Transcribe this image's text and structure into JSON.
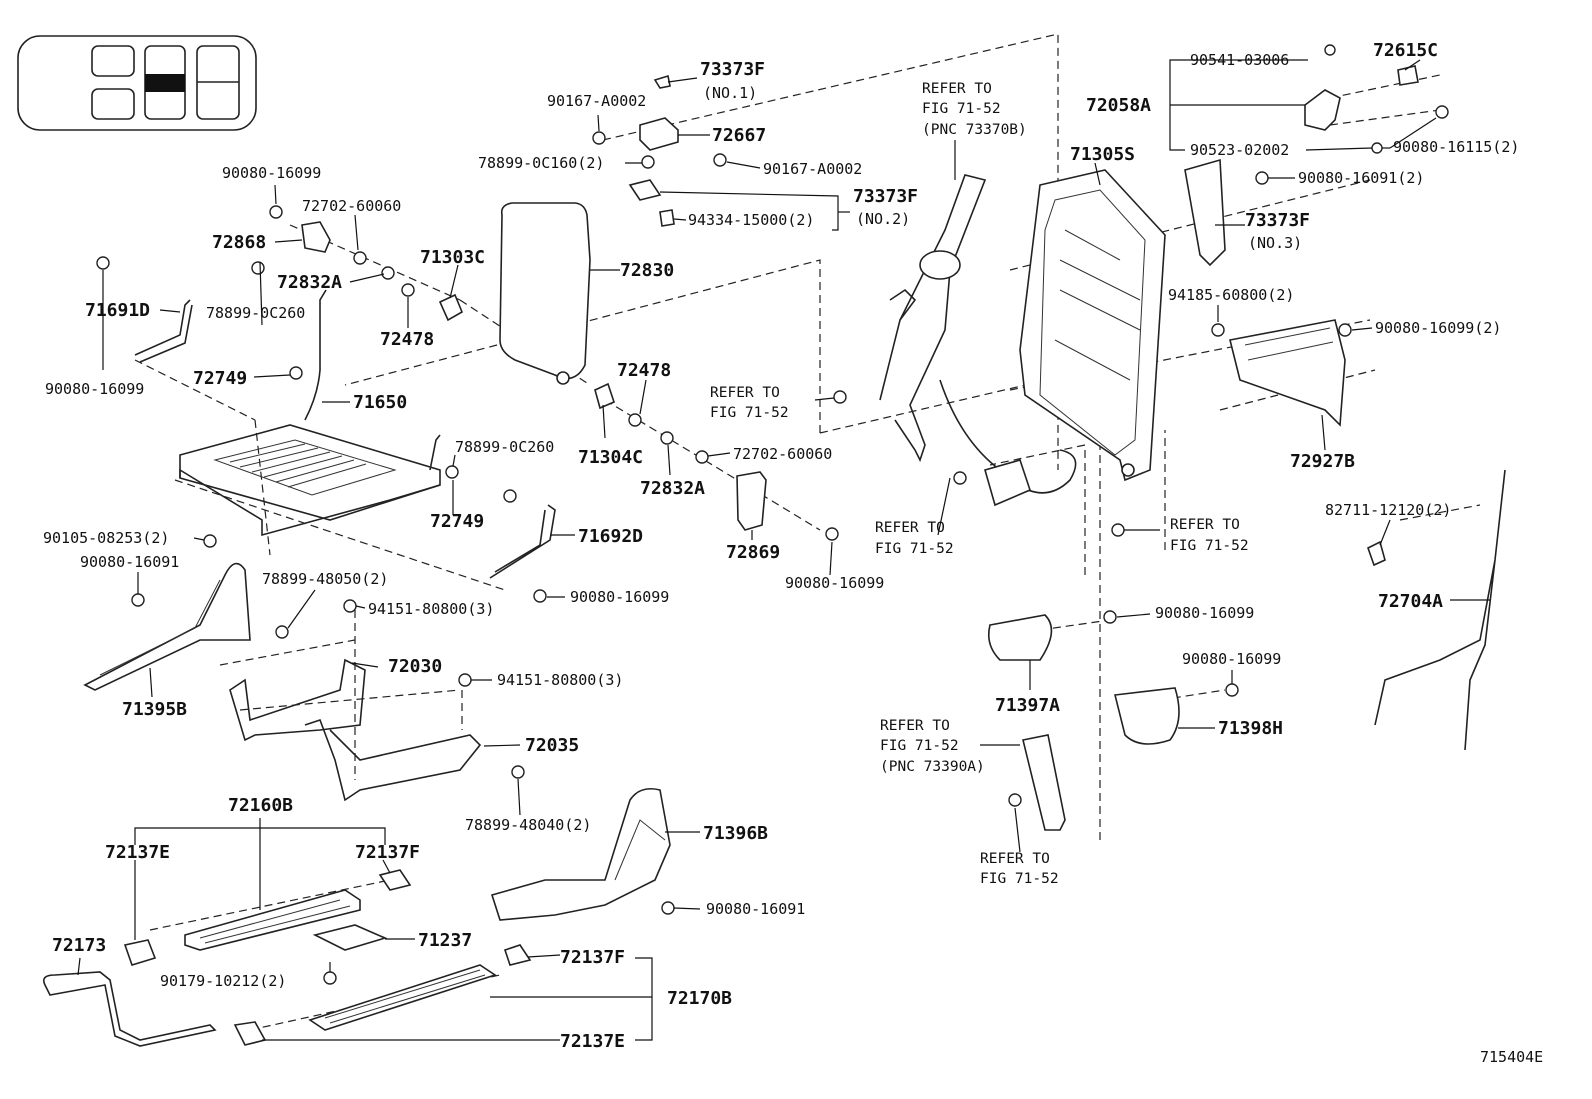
{
  "diagram_id": "715404E",
  "parts": {
    "p90080_16099_a": "90080-16099",
    "p72702_60060_a": "72702-60060",
    "p72868": "72868",
    "p72832A_a": "72832A",
    "p72478_a": "72478",
    "p71303C": "71303C",
    "p72830": "72830",
    "p71691D": "71691D",
    "p78899_0C260_a": "78899-0C260",
    "p90080_16099_b": "90080-16099",
    "p72749_a": "72749",
    "p71650": "71650",
    "p72478_b": "72478",
    "p71304C": "71304C",
    "p72832A_b": "72832A",
    "p72702_60060_b": "72702-60060",
    "p78899_0C260_b": "78899-0C260",
    "p72749_b": "72749",
    "p90105_08253": "90105-08253(2)",
    "p90080_16091_a": "90080-16091",
    "p71692D": "71692D",
    "p72869": "72869",
    "p90080_16099_c": "90080-16099",
    "p78899_48050": "78899-48050(2)",
    "p94151_80800_a": "94151-80800(3)",
    "p90080_16099_d": "90080-16099",
    "p72030": "72030",
    "p94151_80800_b": "94151-80800(3)",
    "p71395B": "71395B",
    "p72035": "72035",
    "p78899_48040": "78899-48040(2)",
    "p72160B": "72160B",
    "p72137E_a": "72137E",
    "p72137F_a": "72137F",
    "p71396B": "71396B",
    "p90080_16091_b": "90080-16091",
    "p72173": "72173",
    "p71237": "71237",
    "p90179_10212": "90179-10212(2)",
    "p72137F_b": "72137F",
    "p72170B": "72170B",
    "p72137E_b": "72137E",
    "p73373F_1": "73373F",
    "p73373F_1_no": "(NO.1)",
    "p90167_A0002_a": "90167-A0002",
    "p72667": "72667",
    "p78899_0C160": "78899-0C160(2)",
    "p90167_A0002_b": "90167-A0002",
    "p73373F_2": "73373F",
    "p73373F_2_no": "(NO.2)",
    "p94334_15000": "94334-15000(2)",
    "p90541_03006": "90541-03006",
    "p72615C": "72615C",
    "p72058A": "72058A",
    "p71305S": "71305S",
    "p90523_02002": "90523-02002",
    "p90080_16115": "90080-16115(2)",
    "p90080_16091_c": "90080-16091(2)",
    "p73373F_3": "73373F",
    "p73373F_3_no": "(NO.3)",
    "p94185_60800": "94185-60800(2)",
    "p90080_16099_e": "90080-16099(2)",
    "p72927B": "72927B",
    "p82711_12120": "82711-12120(2)",
    "p72704A": "72704A",
    "p90080_16099_f": "90080-16099",
    "p71397A": "71397A",
    "p90080_16099_g": "90080-16099",
    "p71398H": "71398H"
  },
  "refs": {
    "r1_a": "REFER TO",
    "r1_b": "FIG 71-52",
    "r1_c": "(PNC 73370B)",
    "r2_a": "REFER TO",
    "r2_b": "FIG 71-52",
    "r3_a": "REFER TO",
    "r3_b": "FIG 71-52",
    "r4_a": "REFER TO",
    "r4_b": "FIG 71-52",
    "r5_a": "REFER TO",
    "r5_b": "FIG 71-52",
    "r5_c": "(PNC 73390A)",
    "r6_a": "REFER TO",
    "r6_b": "FIG 71-52"
  }
}
